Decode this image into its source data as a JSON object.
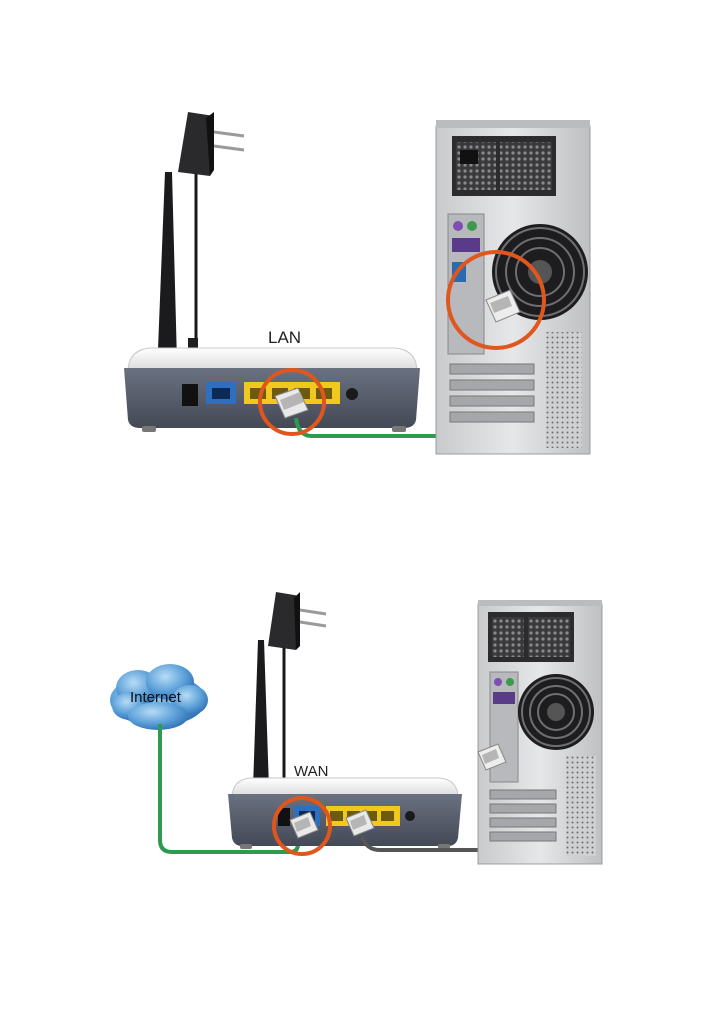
{
  "diagram1": {
    "port_label": "LAN",
    "cable_color": "#2e9a4f",
    "highlight_color": "#e0561f"
  },
  "diagram2": {
    "port_label": "WAN",
    "cloud_label": "Internet",
    "internet_cable_color": "#2e9a4f",
    "lan_cable_color": "#555555",
    "highlight_color": "#e0561f"
  },
  "colors": {
    "router_top": "#f3f3f3",
    "router_body": "#5c6270",
    "lan_ports": "#f0c81e",
    "wan_port": "#2f6fbf",
    "cloud": "#5a9fd8",
    "case": "#d9dadb"
  }
}
